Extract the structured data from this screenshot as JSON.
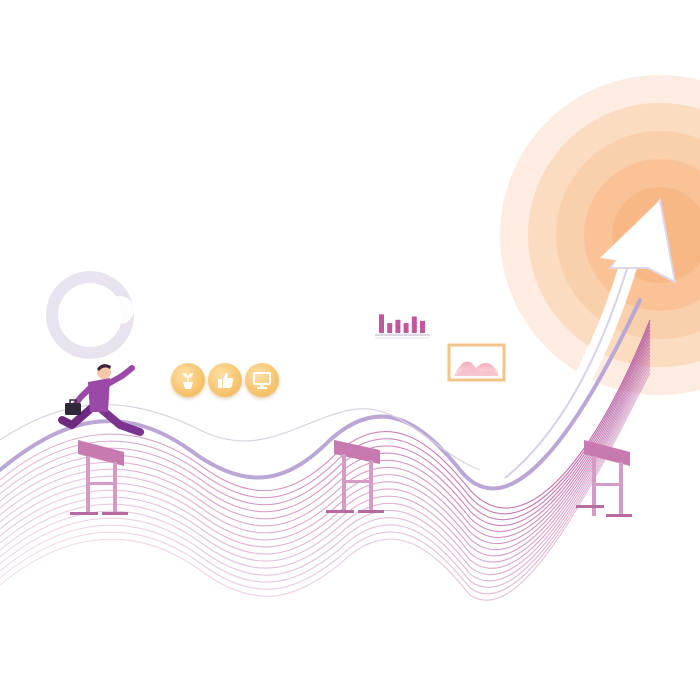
{
  "scene": "hurdle-runner-growth-illustration",
  "colors": {
    "primary_purple": "#9a4aa6",
    "hurdle_pink": "#c879b0",
    "wave_lavender": "#bba7d6",
    "sun_orange": "#f6b978",
    "sun_peach": "#fbd6ad",
    "icon_gold": "#f7c46e",
    "arrow_white": "#ffffff"
  },
  "icons": [
    "plant-icon",
    "thumbs-up-icon",
    "monitor-icon"
  ],
  "bar_chart_heights": [
    0.85,
    0.45,
    0.6,
    0.45,
    0.75,
    0.55
  ],
  "hurdle_count": 3
}
